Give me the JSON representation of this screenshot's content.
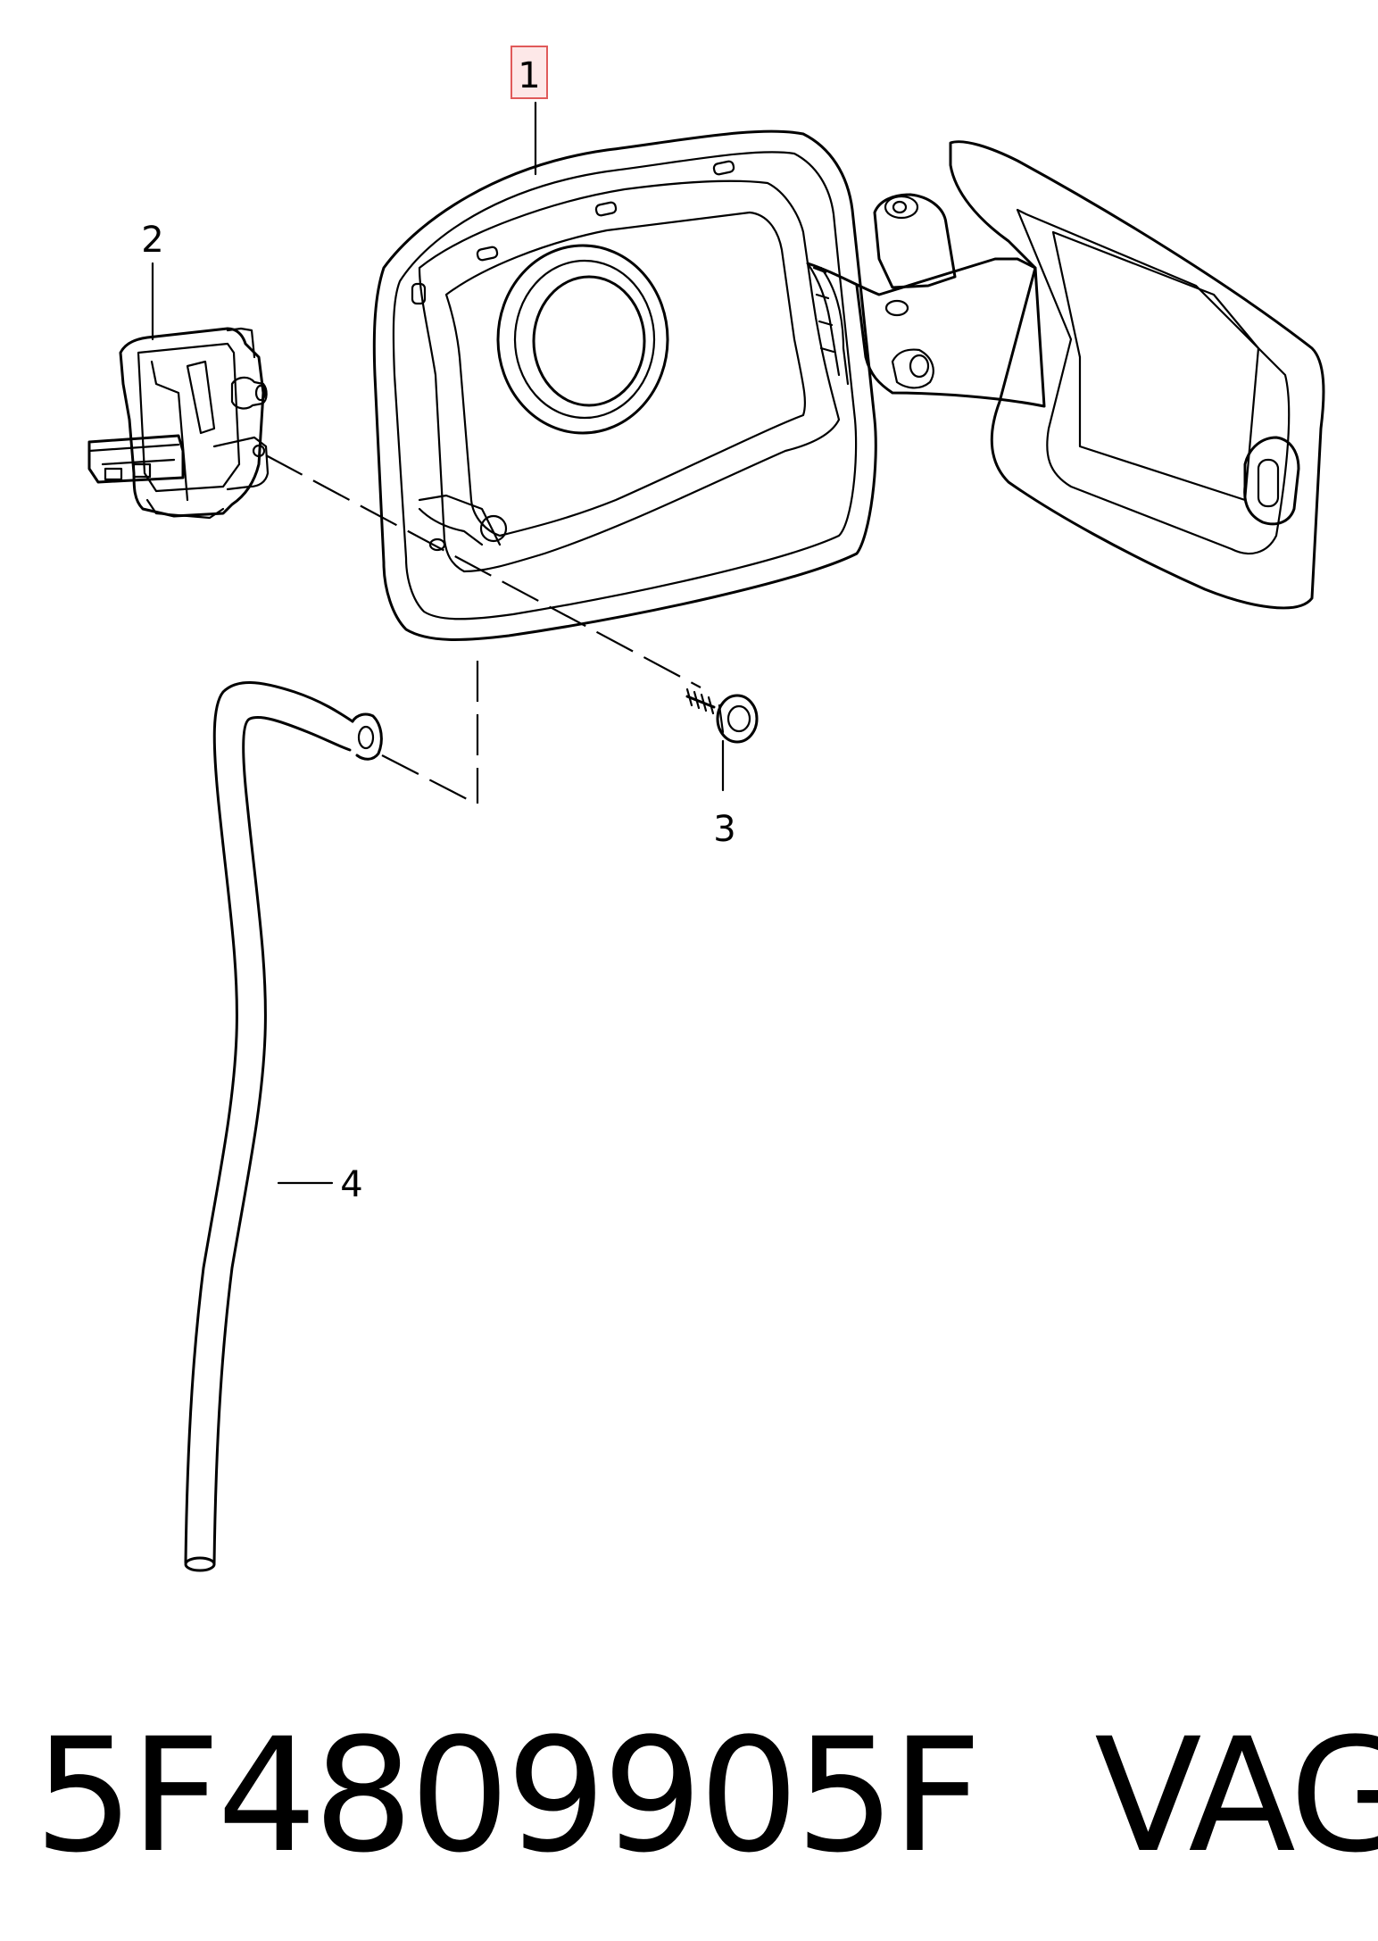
{
  "diagram": {
    "callouts": [
      {
        "id": "1",
        "label": "1",
        "highlighted": true
      },
      {
        "id": "2",
        "label": "2",
        "highlighted": false
      },
      {
        "id": "3",
        "label": "3",
        "highlighted": false
      },
      {
        "id": "4",
        "label": "4",
        "highlighted": false
      }
    ],
    "highlight_color": "#e05a5a",
    "highlight_fill": "#fde8e8"
  },
  "footer": {
    "part_number": "5F4809905F",
    "brand": "VAG"
  }
}
